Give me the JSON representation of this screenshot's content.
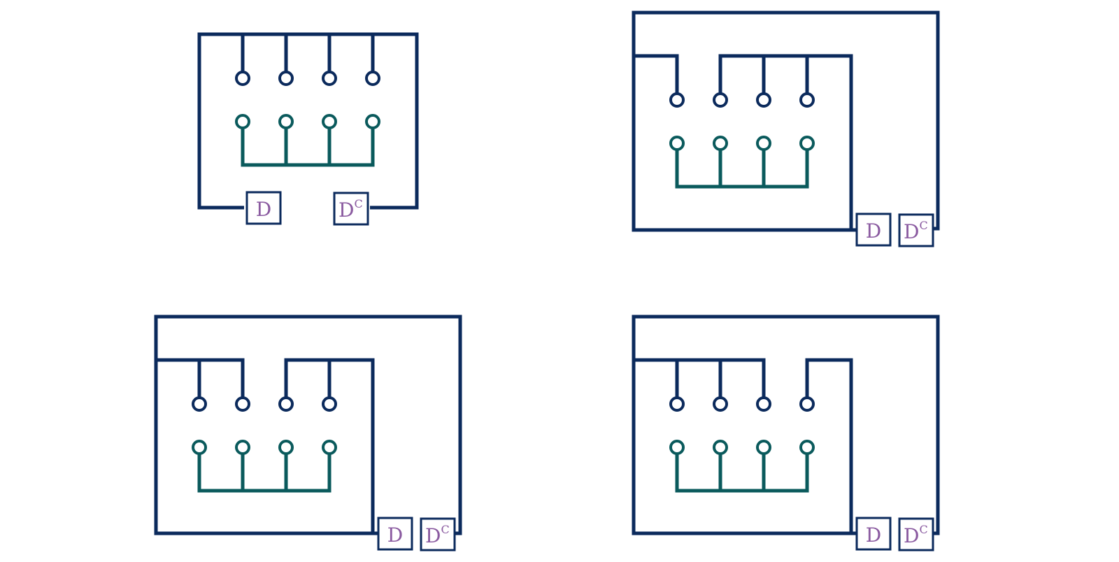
{
  "colors": {
    "top_wire": "#0b2a5c",
    "bottom_wire": "#0a5a5c",
    "box_border": "#0b2a5c",
    "label": "#8a5aa0",
    "background": "#ffffff"
  },
  "labels": {
    "d": "D",
    "dc_base": "D",
    "dc_sup": "C"
  },
  "panels": [
    {
      "name": "panel-top-left"
    },
    {
      "name": "panel-top-right"
    },
    {
      "name": "panel-bottom-left"
    },
    {
      "name": "panel-bottom-right"
    }
  ]
}
